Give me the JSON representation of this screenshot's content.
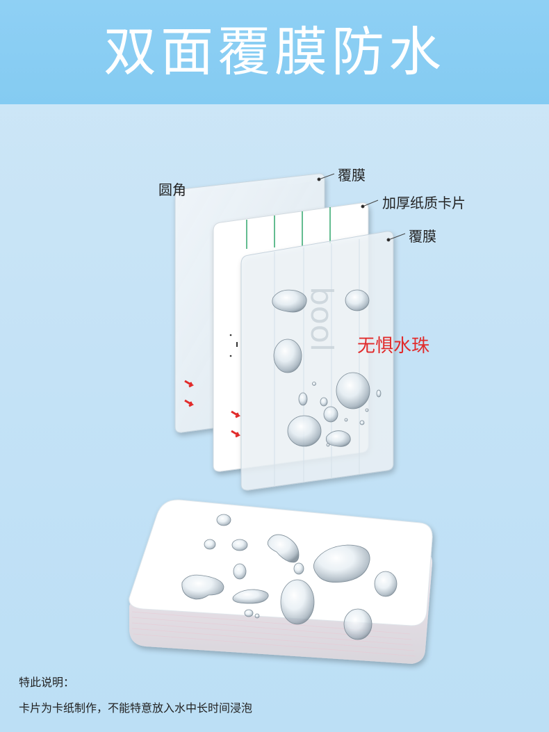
{
  "banner": {
    "title": "双面覆膜防水"
  },
  "labels": {
    "rounded_corner": "圆角",
    "top_film": "覆膜",
    "thick_card": "加厚纸质卡片",
    "bottom_film": "覆膜",
    "waterproof": "无惧水珠"
  },
  "note": {
    "heading": "特此说明：",
    "text": "卡片为卡纸制作，不能特意放入水中长时间浸泡"
  },
  "colors": {
    "banner": "#8fd0f4",
    "background": "#c4e2f6",
    "guide_lines": "#2fa56a",
    "accent_red": "#e12b2b"
  }
}
